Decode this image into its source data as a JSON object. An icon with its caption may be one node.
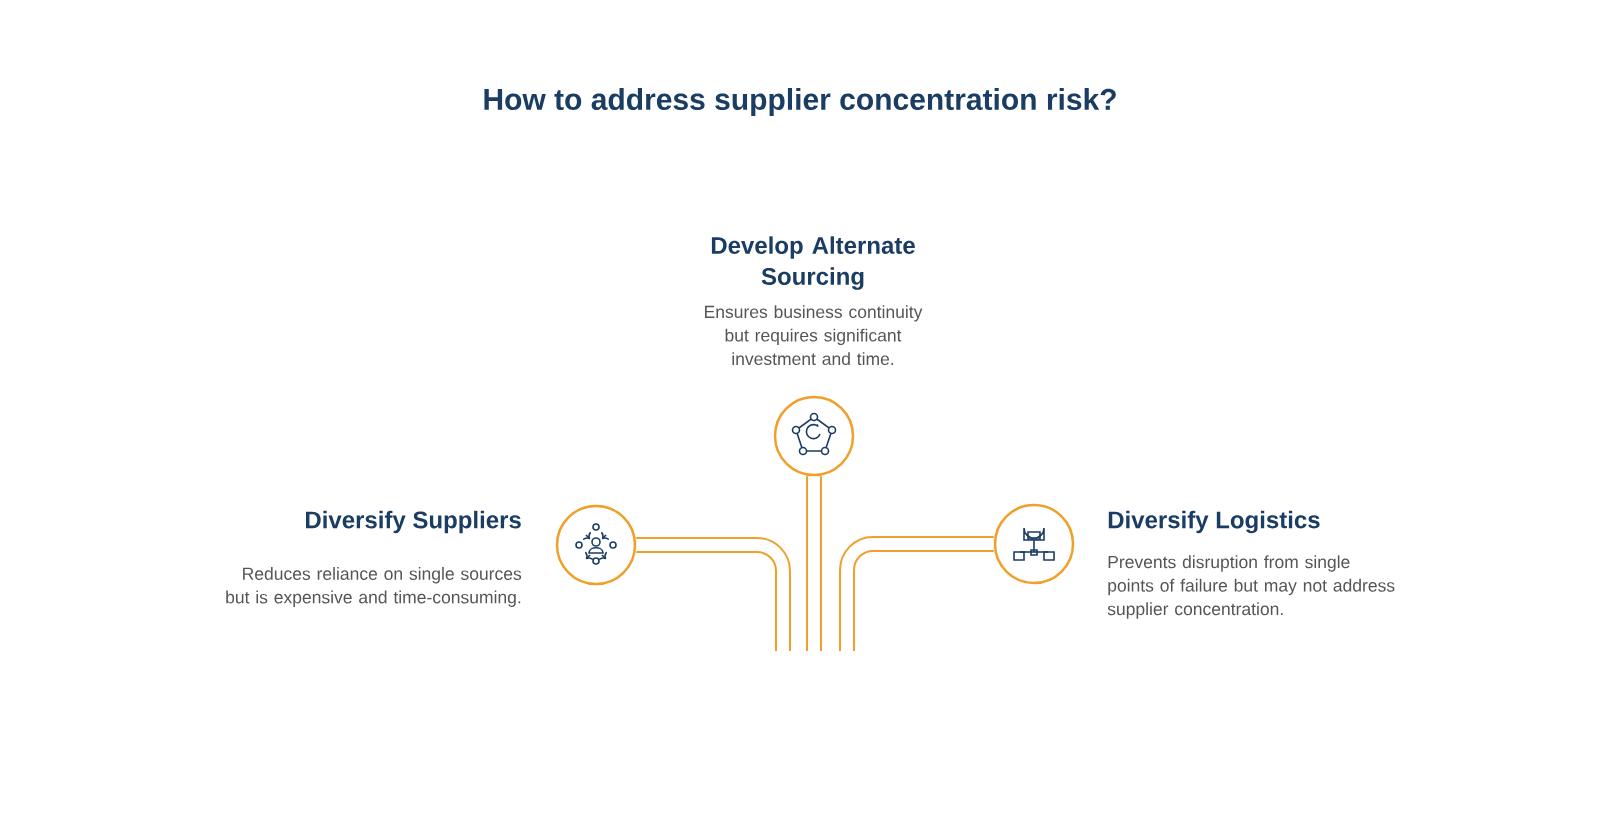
{
  "diagram": {
    "title": "How to address supplier concentration risk?",
    "nodes": [
      {
        "text": [],
        "shape": "circle",
        "beside": [
          "Develop Alternate Sourcing",
          "Ensures business continuity but requires significant investment and time."
        ]
      },
      {
        "text": [],
        "shape": "circle",
        "beside": [
          "Diversify Suppliers",
          "Reduces reliance on single sources but is expensive and time-consuming."
        ]
      },
      {
        "text": [],
        "shape": "circle",
        "beside": [
          "Diversify Logistics",
          "Prevents disruption from single points of failure but may not address supplier concentration."
        ]
      }
    ],
    "edges": [
      {
        "from": 0,
        "to": null,
        "arrow": "none"
      },
      {
        "from": 1,
        "to": null,
        "arrow": "none"
      },
      {
        "from": 2,
        "to": null,
        "arrow": "none"
      }
    ]
  }
}
